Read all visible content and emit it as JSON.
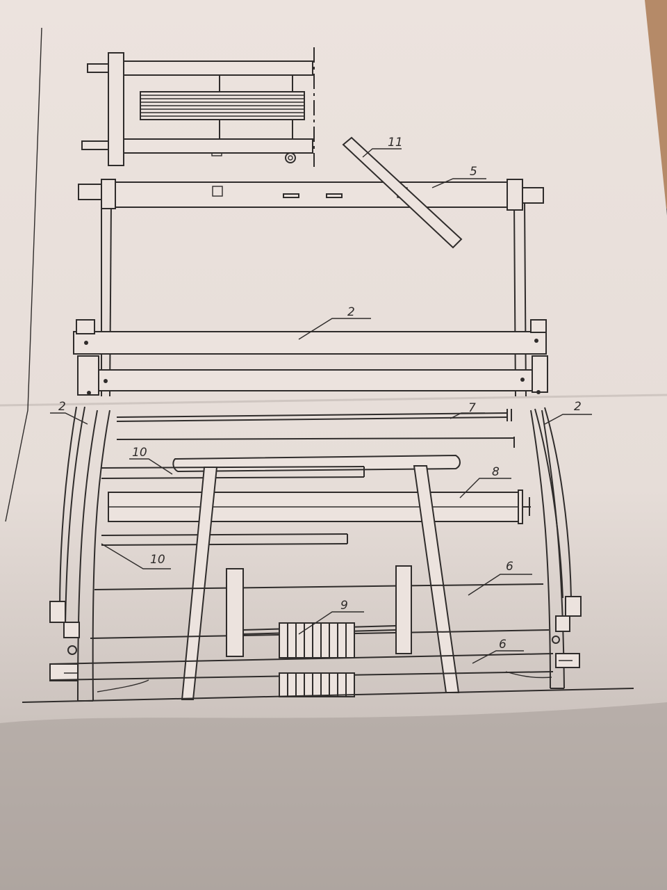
{
  "colors": {
    "paper": "#ece3de",
    "paper_shade": "#d9d0cb",
    "ink": "#2f2c2b",
    "background": "#6e6660",
    "carpet": "#b58a68"
  },
  "callouts": [
    {
      "id": "c11",
      "label": "11"
    },
    {
      "id": "c5",
      "label": "5"
    },
    {
      "id": "c2-top",
      "label": "2"
    },
    {
      "id": "c2-left",
      "label": "2"
    },
    {
      "id": "c2-right",
      "label": "2"
    },
    {
      "id": "c7",
      "label": "7"
    },
    {
      "id": "c10-top",
      "label": "10"
    },
    {
      "id": "c8",
      "label": "8"
    },
    {
      "id": "c10-bottom",
      "label": "10"
    },
    {
      "id": "c6-top",
      "label": "6"
    },
    {
      "id": "c9",
      "label": "9"
    },
    {
      "id": "c6-bottom",
      "label": "6"
    }
  ]
}
